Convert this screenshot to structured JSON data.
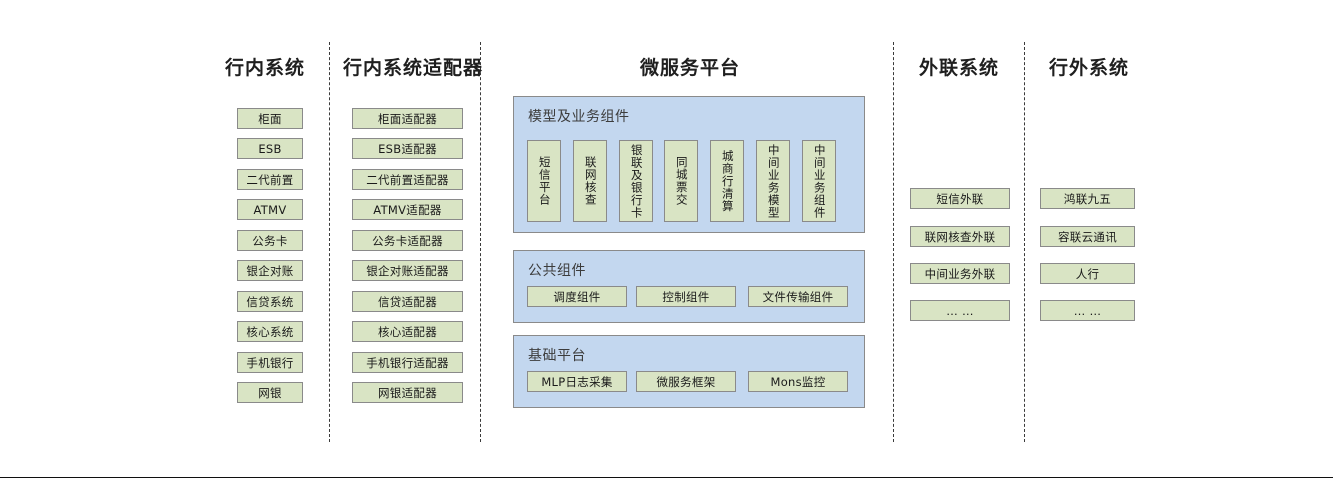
{
  "diagram": {
    "title_bar": null,
    "columns": [
      {
        "id": "in-bank-systems",
        "header": "行内系统",
        "nodes": [
          "柜面",
          "ESB",
          "二代前置",
          "ATMV",
          "公务卡",
          "银企对账",
          "信贷系统",
          "核心系统",
          "手机银行",
          "网银"
        ]
      },
      {
        "id": "in-bank-adapters",
        "header": "行内系统适配器",
        "nodes": [
          "柜面适配器",
          "ESB适配器",
          "二代前置适配器",
          "ATMV适配器",
          "公务卡适配器",
          "银企对账适配器",
          "信贷适配器",
          "核心适配器",
          "手机银行适配器",
          "网银适配器"
        ]
      },
      {
        "id": "microservice-platform",
        "header": "微服务平台",
        "panels": [
          {
            "id": "model-business-components",
            "title": "模型及业务组件",
            "orientation": "vertical",
            "nodes": [
              "短信平台",
              "联网核查",
              "银联及银行卡",
              "同城票交",
              "城商行清算",
              "中间业务模型",
              "中间业务组件"
            ]
          },
          {
            "id": "public-components",
            "title": "公共组件",
            "orientation": "horizontal",
            "nodes": [
              "调度组件",
              "控制组件",
              "文件传输组件"
            ]
          },
          {
            "id": "base-platform",
            "title": "基础平台",
            "orientation": "horizontal",
            "nodes": [
              "MLP日志采集",
              "微服务框架",
              "Mons监控"
            ]
          }
        ]
      },
      {
        "id": "external-link-systems",
        "header": "外联系统",
        "nodes": [
          "短信外联",
          "联网核查外联",
          "中间业务外联",
          "… …"
        ]
      },
      {
        "id": "out-of-bank-systems",
        "header": "行外系统",
        "nodes": [
          "鸿联九五",
          "容联云通讯",
          "人行",
          "… …"
        ]
      }
    ],
    "colors": {
      "node_fill": "#d9e4c4",
      "node_border": "#8a8a8a",
      "panel_fill": "#c3d7ef",
      "panel_border": "#8a8a8a",
      "divider": "#3b3b3b",
      "text": "#1a1a1a",
      "panel_title_text": "#3c3c3c",
      "background": "#ffffff"
    }
  }
}
